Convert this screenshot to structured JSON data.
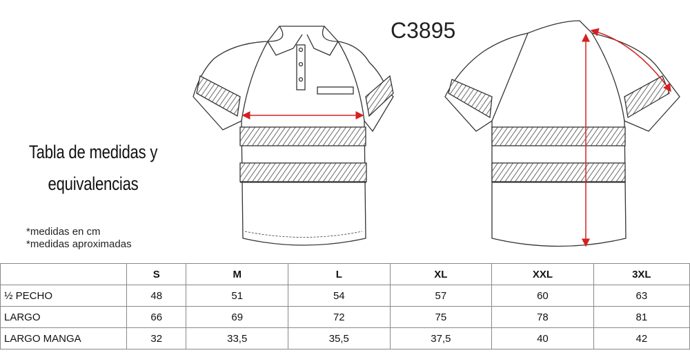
{
  "title_line1": "Tabla de medidas y",
  "title_line2": "equivalencias",
  "model_code": "C3895",
  "notes": [
    "*medidas en cm",
    "*medidas aproximadas"
  ],
  "table": {
    "sizes": [
      "S",
      "M",
      "L",
      "XL",
      "XXL",
      "3XL"
    ],
    "rows": [
      {
        "label": "½  PECHO",
        "values": [
          "48",
          "51",
          "54",
          "57",
          "60",
          "63"
        ]
      },
      {
        "label": "LARGO",
        "values": [
          "66",
          "69",
          "72",
          "75",
          "78",
          "81"
        ]
      },
      {
        "label": "LARGO MANGA",
        "values": [
          "32",
          "33,5",
          "35,5",
          "37,5",
          "40",
          "42"
        ]
      }
    ]
  },
  "colors": {
    "measure_arrow": "#d62020",
    "outline": "#333333"
  }
}
